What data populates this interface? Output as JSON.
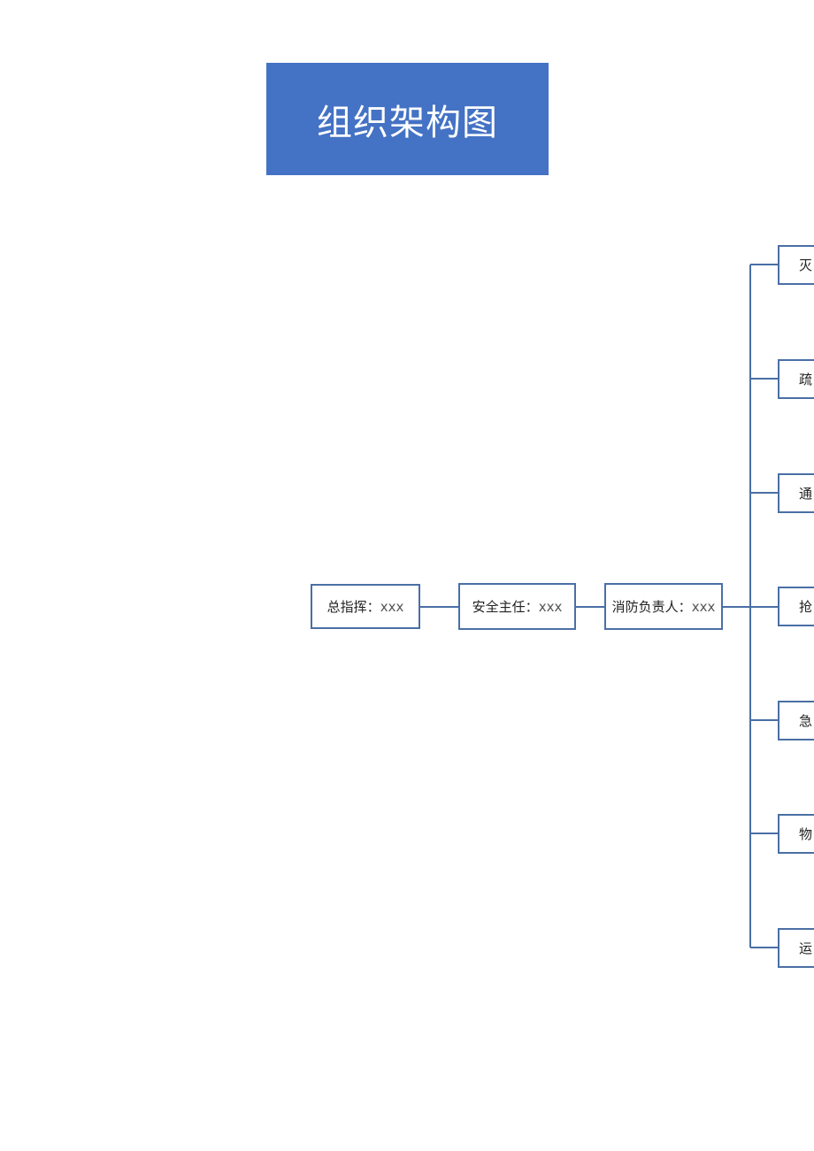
{
  "title": "组织架构图",
  "colors": {
    "banner": "#4472c4",
    "line": "#4a6fa5"
  },
  "chain": [
    {
      "label": "总指挥：",
      "value": "xxx"
    },
    {
      "label": "安全主任：",
      "value": "xxx"
    },
    {
      "label": "消防负责人：",
      "value": "xxx"
    }
  ],
  "teams": [
    {
      "label": "灭"
    },
    {
      "label": "疏"
    },
    {
      "label": "通"
    },
    {
      "label": "抢"
    },
    {
      "label": "急"
    },
    {
      "label": "物"
    },
    {
      "label": "运"
    }
  ]
}
